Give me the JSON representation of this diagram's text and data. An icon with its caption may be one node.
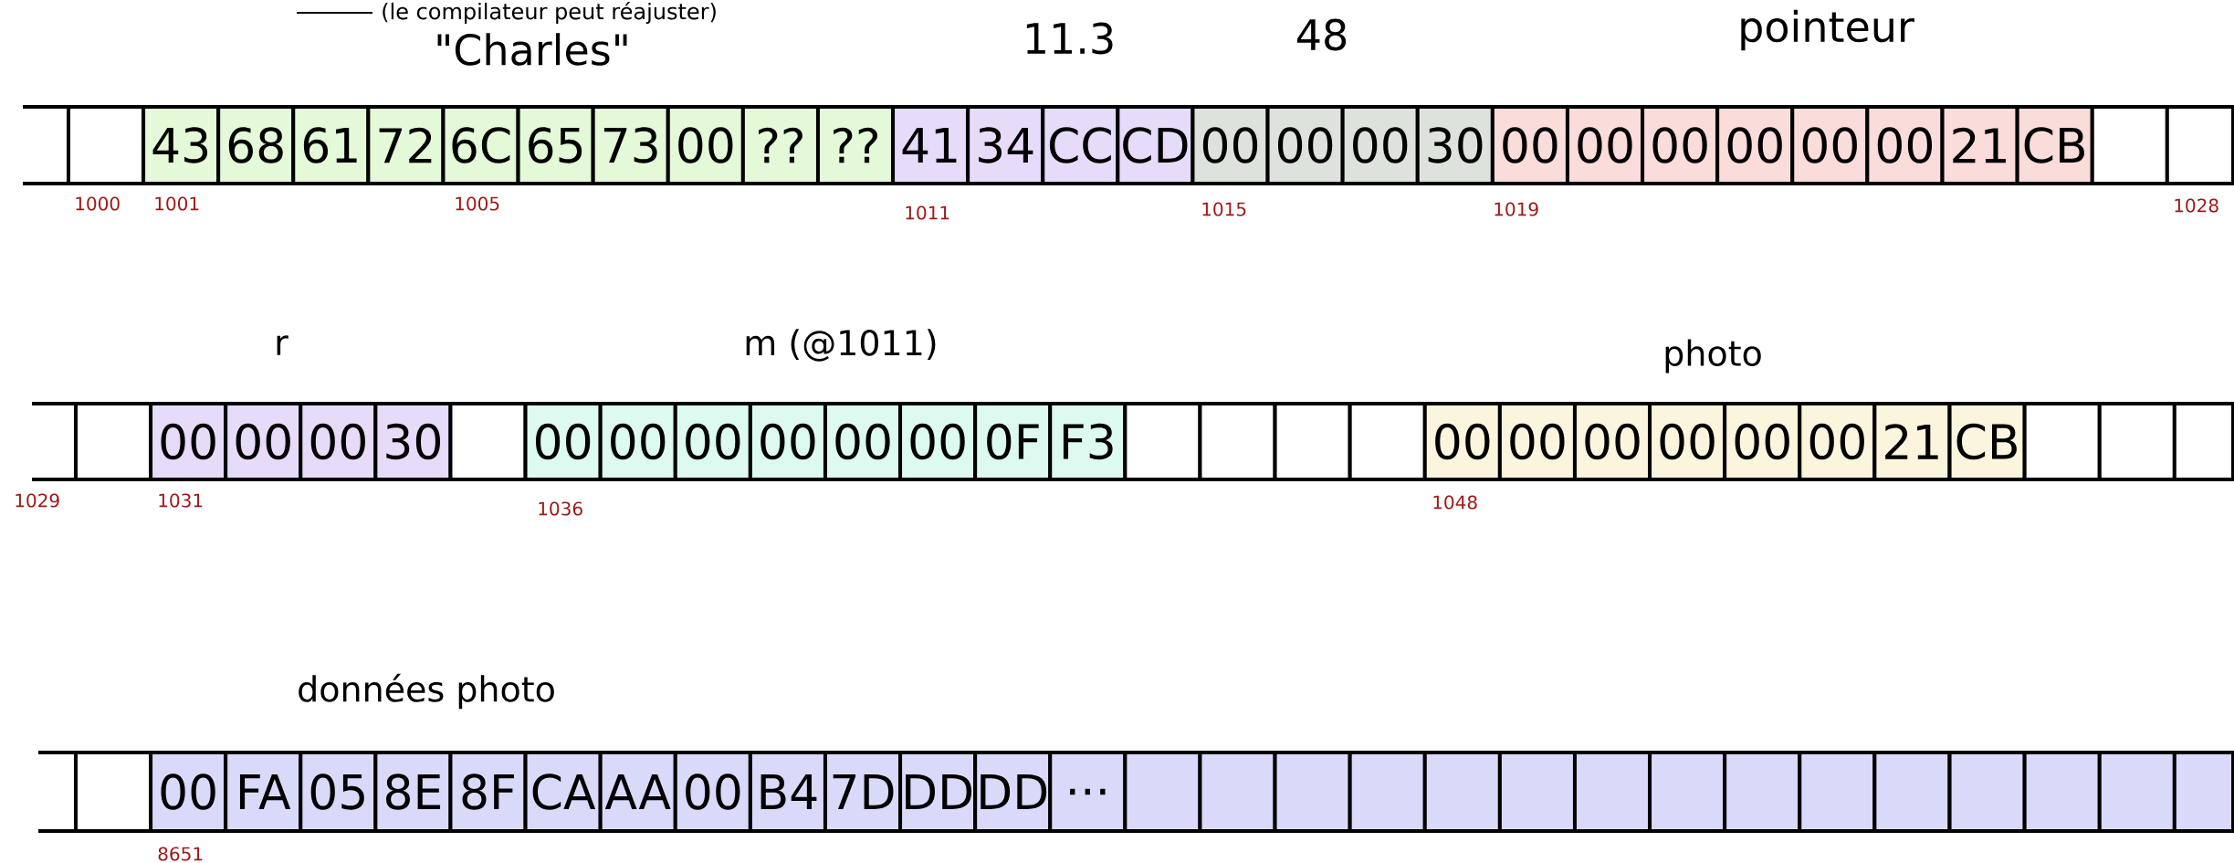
{
  "diagram": {
    "nodes": [
      {
        "text": [],
        "shape": "box"
      },
      {
        "text": [
          "43"
        ]
      },
      {
        "text": [
          "68"
        ]
      },
      {
        "text": [
          "61"
        ]
      },
      {
        "text": [
          "72"
        ]
      },
      {
        "text": [
          "6C"
        ]
      },
      {
        "text": [
          "65"
        ]
      },
      {
        "text": [
          "73"
        ]
      },
      {
        "text": [
          "00"
        ]
      },
      {
        "text": [
          "??"
        ]
      },
      {
        "text": [
          "??"
        ]
      },
      {
        "text": [
          "41"
        ]
      },
      {
        "text": [
          "34"
        ]
      },
      {
        "text": [
          "CC"
        ]
      },
      {
        "text": [
          "CD"
        ]
      },
      {
        "text": [
          "00"
        ]
      },
      {
        "text": [
          "00"
        ]
      },
      {
        "text": [
          "00"
        ]
      },
      {
        "text": [
          "30"
        ]
      },
      {
        "text": [
          "00"
        ]
      },
      {
        "text": [
          "00"
        ]
      },
      {
        "text": [
          "00"
        ]
      },
      {
        "text": [
          "00"
        ]
      },
      {
        "text": [
          "00"
        ]
      },
      {
        "text": [
          "00"
        ]
      },
      {
        "text": [
          "21"
        ]
      },
      {
        "text": [
          "CB"
        ]
      },
      {
        "text": [],
        "shape": "box"
      },
      {
        "text": [],
        "shape": "box"
      },
      {
        "text": [],
        "shape": "box"
      },
      {
        "text": [
          "00"
        ]
      },
      {
        "text": [
          "00"
        ]
      },
      {
        "text": [
          "00"
        ]
      },
      {
        "text": [
          "30"
        ]
      },
      {
        "text": [],
        "shape": "box"
      },
      {
        "text": [
          "00"
        ]
      },
      {
        "text": [
          "00"
        ]
      },
      {
        "text": [
          "00"
        ]
      },
      {
        "text": [
          "00"
        ]
      },
      {
        "text": [
          "00"
        ]
      },
      {
        "text": [
          "00"
        ]
      },
      {
        "text": [
          "0F"
        ]
      },
      {
        "text": [
          "F3"
        ]
      },
      {
        "text": [],
        "shape": "box"
      },
      {
        "text": [],
        "shape": "box"
      },
      {
        "text": [],
        "shape": "box"
      },
      {
        "text": [],
        "shape": "box"
      },
      {
        "text": [
          "00"
        ]
      },
      {
        "text": [
          "00"
        ]
      },
      {
        "text": [
          "00"
        ]
      },
      {
        "text": [
          "00"
        ]
      },
      {
        "text": [
          "00"
        ]
      },
      {
        "text": [
          "00"
        ]
      },
      {
        "text": [
          "21"
        ]
      },
      {
        "text": [
          "CB"
        ]
      },
      {
        "text": [],
        "shape": "box"
      },
      {
        "text": [],
        "shape": "box"
      },
      {
        "text": [],
        "shape": "box"
      },
      {
        "text": [],
        "shape": "box"
      },
      {
        "text": [
          "00"
        ]
      },
      {
        "text": [
          "FA"
        ]
      },
      {
        "text": [
          "05"
        ]
      },
      {
        "text": [
          "8E"
        ]
      },
      {
        "text": [
          "8F"
        ]
      },
      {
        "text": [
          "CA"
        ]
      },
      {
        "text": [
          "AA"
        ]
      },
      {
        "text": [
          "00"
        ]
      },
      {
        "text": [
          "B4"
        ]
      },
      {
        "text": [
          "7D"
        ]
      },
      {
        "text": [
          "DD"
        ]
      },
      {
        "text": [
          "DD"
        ]
      },
      {
        "text": [
          "..."
        ]
      },
      {
        "text": [],
        "shape": "box"
      },
      {
        "text": [],
        "shape": "box"
      },
      {
        "text": [],
        "shape": "box"
      },
      {
        "text": [],
        "shape": "box"
      },
      {
        "text": [],
        "shape": "box"
      },
      {
        "text": [],
        "shape": "box"
      },
      {
        "text": [],
        "shape": "box"
      },
      {
        "text": [],
        "shape": "box"
      },
      {
        "text": [],
        "shape": "box"
      },
      {
        "text": [],
        "shape": "box"
      },
      {
        "text": [],
        "shape": "box"
      },
      {
        "text": [],
        "shape": "box"
      },
      {
        "text": [],
        "shape": "box"
      },
      {
        "text": [],
        "shape": "box"
      },
      {
        "text": [],
        "shape": "box"
      }
    ],
    "labels": [
      "\"Charles\"",
      "11.3",
      "48",
      "pointeur",
      "1000",
      "1001",
      "1005",
      "1011",
      "1015",
      "1019",
      "1028",
      "r",
      "m (@1011)",
      "photo",
      "1029",
      "1031",
      "1036",
      "1048",
      "données photo",
      "8651"
    ],
    "legend": [
      {
        "text": "(le compilateur peut réajuster)"
      }
    ]
  }
}
